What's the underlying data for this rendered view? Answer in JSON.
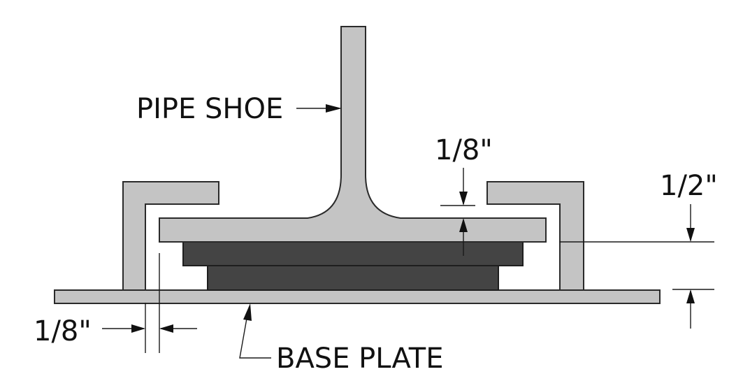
{
  "labels": {
    "pipe_shoe": "PIPE SHOE",
    "base_plate": "BASE PLATE",
    "gap_top": "1/8\"",
    "gap_height": "1/2\"",
    "gap_side": "1/8\""
  },
  "colors": {
    "steel": "#c4c4c4",
    "pad": "#444444",
    "line": "#1a1a1a"
  }
}
